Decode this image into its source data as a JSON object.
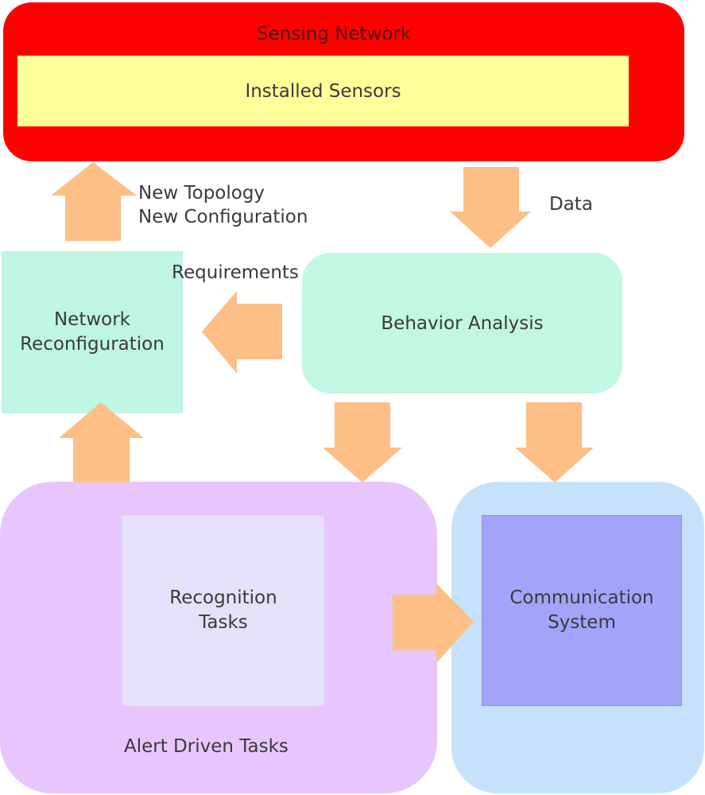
{
  "sensing_network": {
    "title": "Sensing Network",
    "installed_sensors": "Installed Sensors"
  },
  "edges": {
    "topology_line1": "New Topology",
    "topology_line2": "New Configuration",
    "data": "Data",
    "requirements": "Requirements"
  },
  "network_reconfiguration": {
    "line1": "Network",
    "line2": "Reconfiguration"
  },
  "behavior_analysis": {
    "label": "Behavior Analysis"
  },
  "alert_driven_tasks": {
    "label": "Alert Driven Tasks",
    "recognition_line1": "Recognition",
    "recognition_line2": "Tasks"
  },
  "communication_system": {
    "line1": "Communication",
    "line2": "System"
  },
  "colors": {
    "sensing_network": "#ff0000",
    "installed_sensors": "#ffff99",
    "reconfiguration": "#bff5e3",
    "behavior": "#c2f7e2",
    "alert_tasks": "#e6c6fc",
    "recognition": "#e6e0fa",
    "communication_outer": "#c6e2fb",
    "communication_inner": "#a3a3fa",
    "arrow": "#fdbf85"
  }
}
